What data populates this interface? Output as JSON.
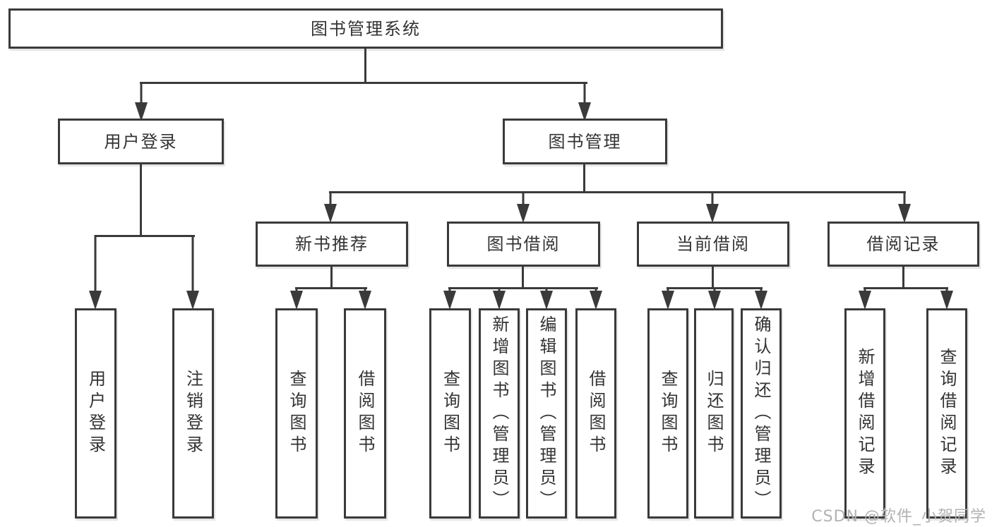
{
  "diagram": {
    "root": {
      "label": "图书管理系统"
    },
    "level2": [
      {
        "label": "用户登录"
      },
      {
        "label": "图书管理"
      }
    ],
    "level3": [
      {
        "label": "新书推荐"
      },
      {
        "label": "图书借阅"
      },
      {
        "label": "当前借阅"
      },
      {
        "label": "借阅记录"
      }
    ],
    "leaves": {
      "user_login": [
        "用户登录",
        "注销登录"
      ],
      "new_book": [
        "查询图书",
        "借阅图书"
      ],
      "book_borrow": [
        "查询图书",
        "新增图书（管理员）",
        "编辑图书（管理员）",
        "借阅图书"
      ],
      "current_borrow": [
        "查询图书",
        "归还图书",
        "确认归还（管理员）"
      ],
      "borrow_records": [
        "新增借阅记录",
        "查询借阅记录"
      ]
    }
  },
  "watermark": {
    "text": "CSDN @软件_小贺同学"
  },
  "colors": {
    "line": "#3a3a3a",
    "text": "#333333",
    "watermark": "#b2b2b2",
    "background": "#ffffff"
  }
}
